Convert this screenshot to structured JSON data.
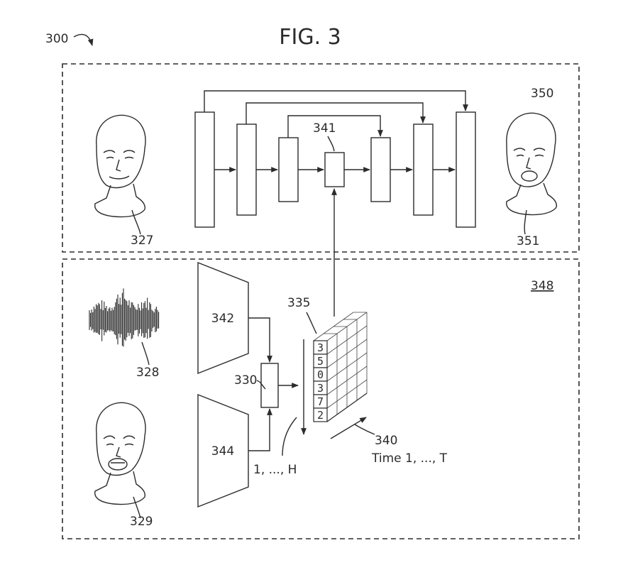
{
  "figure": {
    "title": "FIG. 3",
    "ref_300": "300"
  },
  "top_panel": {
    "ref": "350",
    "input_face_ref": "327",
    "output_face_ref": "351",
    "bottleneck_ref": "341"
  },
  "bottom_panel": {
    "ref": "348",
    "waveform_ref": "328",
    "face_ref": "329",
    "encoder_top_ref": "342",
    "encoder_bottom_ref": "344",
    "combiner_ref": "330",
    "tensor_ref": "335",
    "time_ref": "340",
    "time_label": "Time 1, ..., T",
    "height_label": "1, ..., H",
    "digits": [
      "3",
      "5",
      "0",
      "3",
      "7",
      "2"
    ]
  }
}
